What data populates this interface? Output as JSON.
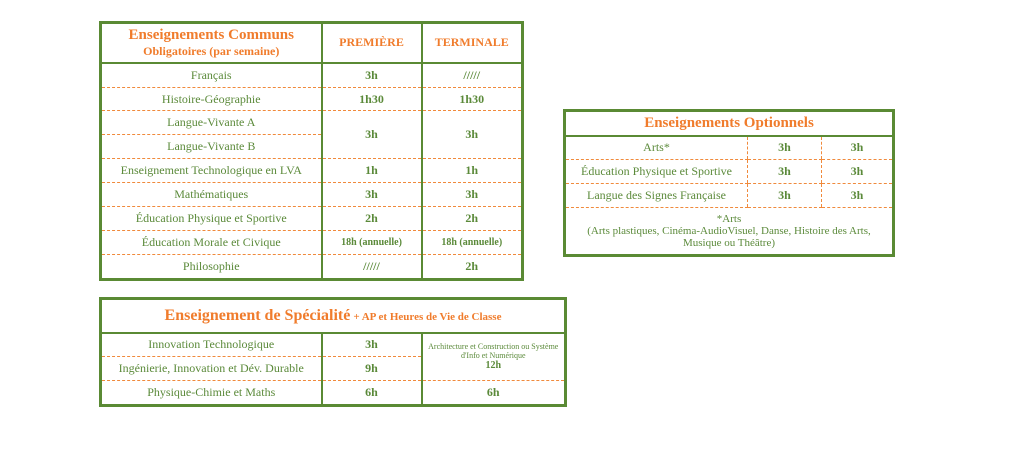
{
  "communs": {
    "title": "Enseignements Communs",
    "subtitle": "Obligatoires (par semaine)",
    "col1": "PREMIÈRE",
    "col2": "TERMINALE",
    "rows": [
      {
        "label": "Français",
        "p": "3h",
        "t": "/////"
      },
      {
        "label": "Histoire-Géographie",
        "p": "1h30",
        "t": "1h30"
      },
      {
        "label": "Langue-Vivante A",
        "p": "3h",
        "t": "3h"
      },
      {
        "label": "Langue-Vivante B"
      },
      {
        "label": "Enseignement Technologique en LVA",
        "p": "1h",
        "t": "1h"
      },
      {
        "label": "Mathématiques",
        "p": "3h",
        "t": "3h"
      },
      {
        "label": "Éducation Physique et Sportive",
        "p": "2h",
        "t": "2h"
      },
      {
        "label": "Éducation Morale et Civique",
        "p": "18h (annuelle)",
        "t": "18h (annuelle)"
      },
      {
        "label": "Philosophie",
        "p": "/////",
        "t": "2h"
      }
    ]
  },
  "specialite": {
    "title": "Enseignement de Spécialité",
    "subtitle": "+ AP et Heures de Vie de Classe",
    "rows": [
      {
        "label": "Innovation Technologique",
        "p": "3h"
      },
      {
        "label": "Ingénierie, Innovation et Dév. Durable",
        "p": "9h"
      },
      {
        "label": "Physique-Chimie et Maths",
        "p": "6h",
        "t": "6h"
      }
    ],
    "terminale_note": "Architecture et Construction ou Système d'Info et Numérique",
    "terminale_hours": "12h"
  },
  "optionnels": {
    "title": "Enseignements Optionnels",
    "rows": [
      {
        "label": "Arts*",
        "p": "3h",
        "t": "3h"
      },
      {
        "label": "Éducation Physique et Sportive",
        "p": "3h",
        "t": "3h"
      },
      {
        "label": "Langue des Signes Française",
        "p": "3h",
        "t": "3h"
      }
    ],
    "note_title": "*Arts",
    "note": "(Arts plastiques, Cinéma-AudioVisuel, Danse, Histoire des Arts, Musique ou Théâtre)"
  }
}
